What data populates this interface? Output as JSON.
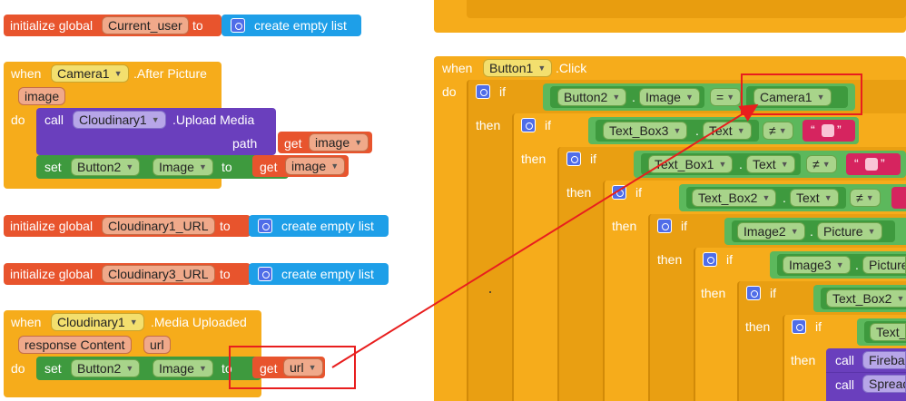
{
  "left": {
    "init_current_user": {
      "label": "initialize global",
      "var": "Current_user",
      "to": "to",
      "value": "create empty list"
    },
    "after_picture": {
      "when": "when",
      "component": "Camera1",
      "event": ".After Picture",
      "param": "image",
      "do": "do",
      "call": "call",
      "call_component": "Cloudinary1",
      "method": ".Upload Media",
      "path": "path",
      "get1": "get",
      "get1_var": "image",
      "set": "set",
      "set_component": "Button2",
      "set_prop": "Image",
      "set_to": "to",
      "get2": "get",
      "get2_var": "image"
    },
    "init_url1": {
      "label": "initialize global",
      "var": "Cloudinary1_URL",
      "to": "to",
      "value": "create empty list"
    },
    "init_url3": {
      "label": "initialize global",
      "var": "Cloudinary3_URL",
      "to": "to",
      "value": "create empty list"
    },
    "media_uploaded": {
      "when": "when",
      "component": "Cloudinary1",
      "event": ".Media Uploaded",
      "param1": "response Content",
      "param2": "url",
      "do": "do",
      "set": "set",
      "set_component": "Button2",
      "set_prop": "Image",
      "set_to": "to",
      "get": "get",
      "get_var": "url"
    }
  },
  "right": {
    "when": "when",
    "component": "Button1",
    "event": ".Click",
    "do": "do",
    "if": "if",
    "then": "then",
    "cond1": {
      "component": "Button2",
      "prop": "Image",
      "op": "=",
      "rhs": "Camera1"
    },
    "cond2": {
      "component": "Text_Box3",
      "prop": "Text",
      "op": "≠"
    },
    "cond3": {
      "component": "Text_Box1",
      "prop": "Text",
      "op": "≠"
    },
    "cond4": {
      "component": "Text_Box2",
      "prop": "Text",
      "op": "≠"
    },
    "cond5": {
      "component": "Image2",
      "prop": "Picture"
    },
    "cond6": {
      "component": "Image3",
      "prop": "Picture"
    },
    "cond7": {
      "component": "Text_Box2"
    },
    "cond8": {
      "component": "Text_"
    },
    "call": "call",
    "call1": "Fireba",
    "call2": "Spread",
    "dot": ".",
    "quote_open": "“",
    "quote_close": "”"
  },
  "colors": {
    "event": "#f6ac1b",
    "global": "#e8542d",
    "list": "#1e9fe8",
    "component_call": "#6a3fbd",
    "setter": "#3e9a3e",
    "annotation": "#e81e1e"
  }
}
